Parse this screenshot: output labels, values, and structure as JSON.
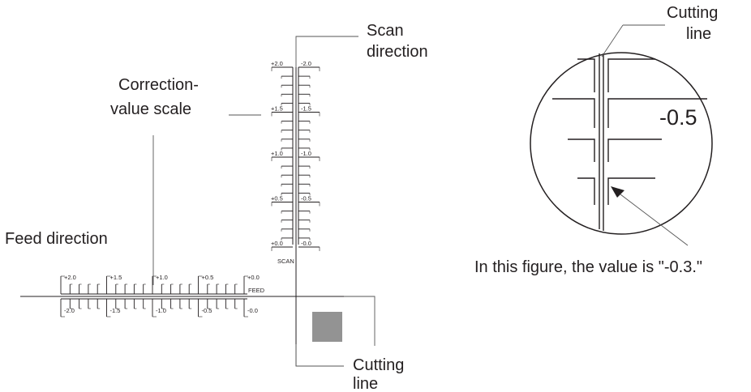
{
  "labels": {
    "scan_direction": [
      "Scan",
      "direction"
    ],
    "correction_value_scale": [
      "Correction-",
      "value scale"
    ],
    "feed_direction": "Feed direction",
    "cutting_line_bottom": [
      "Cutting",
      "line"
    ],
    "cutting_line_magnified": [
      "Cutting",
      "line"
    ],
    "magnified_value": "-0.5",
    "caption": "In this figure, the value is \"-0.3.\""
  },
  "scan_scale": {
    "axis_label": "SCAN",
    "left_values": [
      "+2.0",
      "+1.5",
      "+1.0",
      "+0.5",
      "+0.0"
    ],
    "right_values": [
      "-2.0",
      "-1.5",
      "-1.0",
      "-0.5",
      "-0.0"
    ]
  },
  "feed_scale": {
    "axis_label": "FEED",
    "top_values": [
      "+2.0",
      "+1.5",
      "+1.0",
      "+0.5",
      "+0.0"
    ],
    "bottom_values": [
      "-2.0",
      "-1.5",
      "-1.0",
      "-0.5",
      "-0.0"
    ]
  },
  "colors": {
    "line": "#231f20",
    "square": "#939393"
  }
}
